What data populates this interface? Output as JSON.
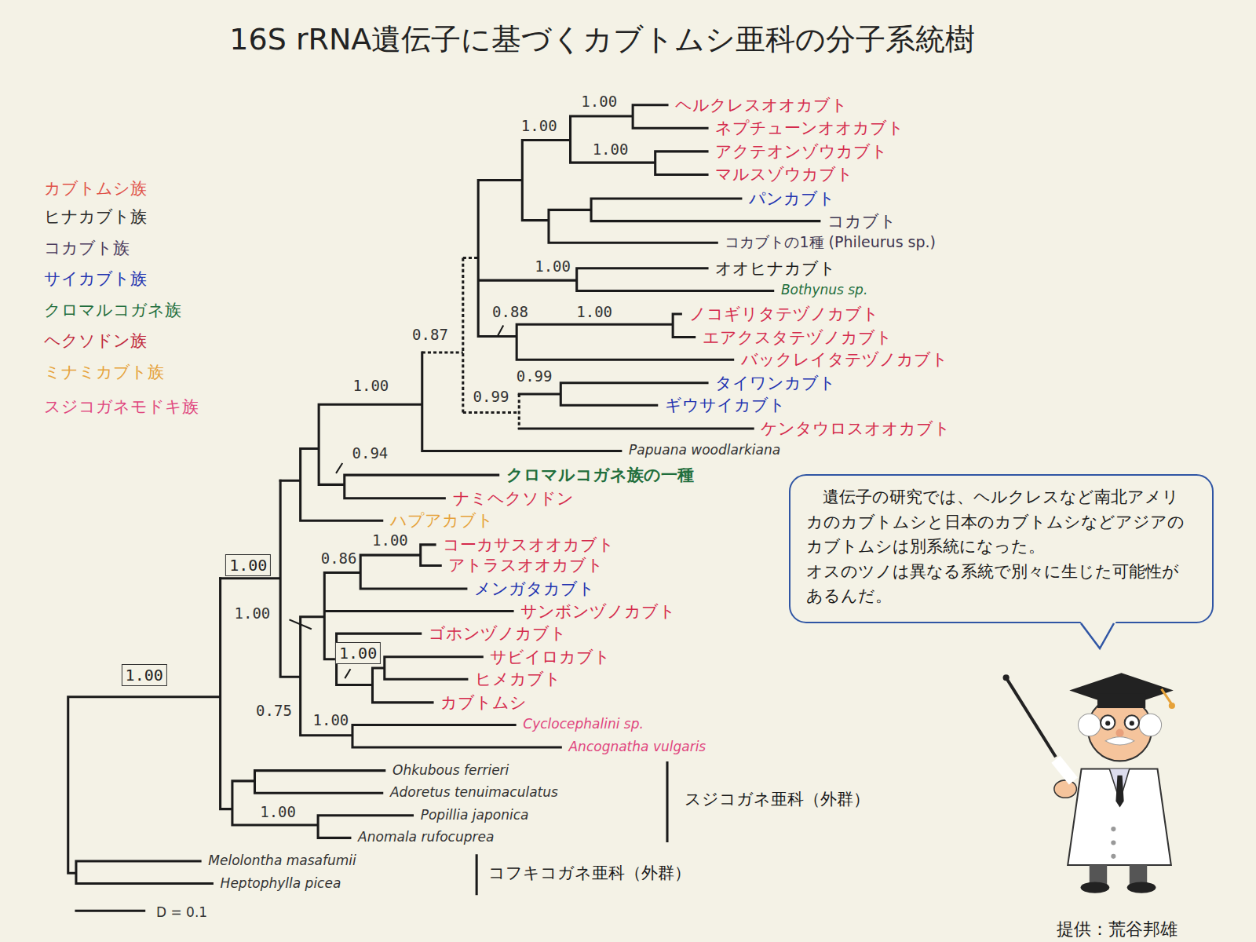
{
  "diagram": {
    "title": "16S rRNA遺伝子に基づくカブトムシ亜科の分子系統樹",
    "nodes": [
      {
        "text": [
          "遺伝子の研究では、ヘルクレスなど南北アメリカのカブトムシと日本のカブトムシなどアジアのカブトムシは別系統になった。",
          "オスのツノは異なる系統で別々に生じた可能性があるんだ。"
        ]
      },
      {
        "text": [
          "1.00"
        ]
      },
      {
        "text": [
          "1.00"
        ]
      },
      {
        "text": [
          "1.00"
        ]
      }
    ],
    "labels": [
      "ヘルクレスオオカブト",
      "ネプチューンオオカブト",
      "アクテオンゾウカブト",
      "マルスゾウカブト",
      "パンカブト",
      "コカブト",
      "コカブトの1種 (Phileurus sp.)",
      "オオヒナカブト",
      "Bothynus sp.",
      "ノコギリタテヅノカブト",
      "エアクスタテヅノカブト",
      "バックレイタテヅノカブト",
      "タイワンカブト",
      "ギウサイカブト",
      "ケンタウロスオオカブト",
      "Papuana woodlarkiana",
      "クロマルコガネ族の一種",
      "ナミヘクソドン",
      "ハプアカブト",
      "コーカサスオオカブト",
      "アトラスオオカブト",
      "メンガタカブト",
      "サンボンヅノカブト",
      "ゴホンヅノカブト",
      "サビイロカブト",
      "ヒメカブト",
      "カブトムシ",
      "Cyclocephalini sp.",
      "Ancognatha vulgaris",
      "Ohkubous ferrieri",
      "Adoretus tenuimaculatus",
      "Popillia japonica",
      "Anomala rufocuprea",
      "Melolontha masafumii",
      "Heptophylla picea",
      "1.00",
      "1.00",
      "1.00",
      "1.00",
      "0.88",
      "1.00",
      "0.87",
      "0.99",
      "0.99",
      "1.00",
      "0.94",
      "0.86",
      "1.00",
      "1.00",
      "0.75",
      "1.00",
      "1.00",
      "スジコガネ亜科（外群）",
      "コフキコガネ亜科（外群）",
      "D = 0.1",
      "提供：荒谷邦雄"
    ],
    "legend": [
      {
        "text": "カブトムシ族",
        "color": "#e0524a"
      },
      {
        "text": "ヒナカブト族",
        "color": "#2a2a2a"
      },
      {
        "text": "コカブト族",
        "color": "#4a3a5c"
      },
      {
        "text": "サイカブト族",
        "color": "#2233b0"
      },
      {
        "text": "クロマルコガネ族",
        "color": "#1f6e3c"
      },
      {
        "text": "ヘクソドン族",
        "color": "#c0283c"
      },
      {
        "text": "ミナミカブト族",
        "color": "#e6a23a"
      },
      {
        "text": "スジコガネモドキ族",
        "color": "#e0457e"
      }
    ]
  }
}
